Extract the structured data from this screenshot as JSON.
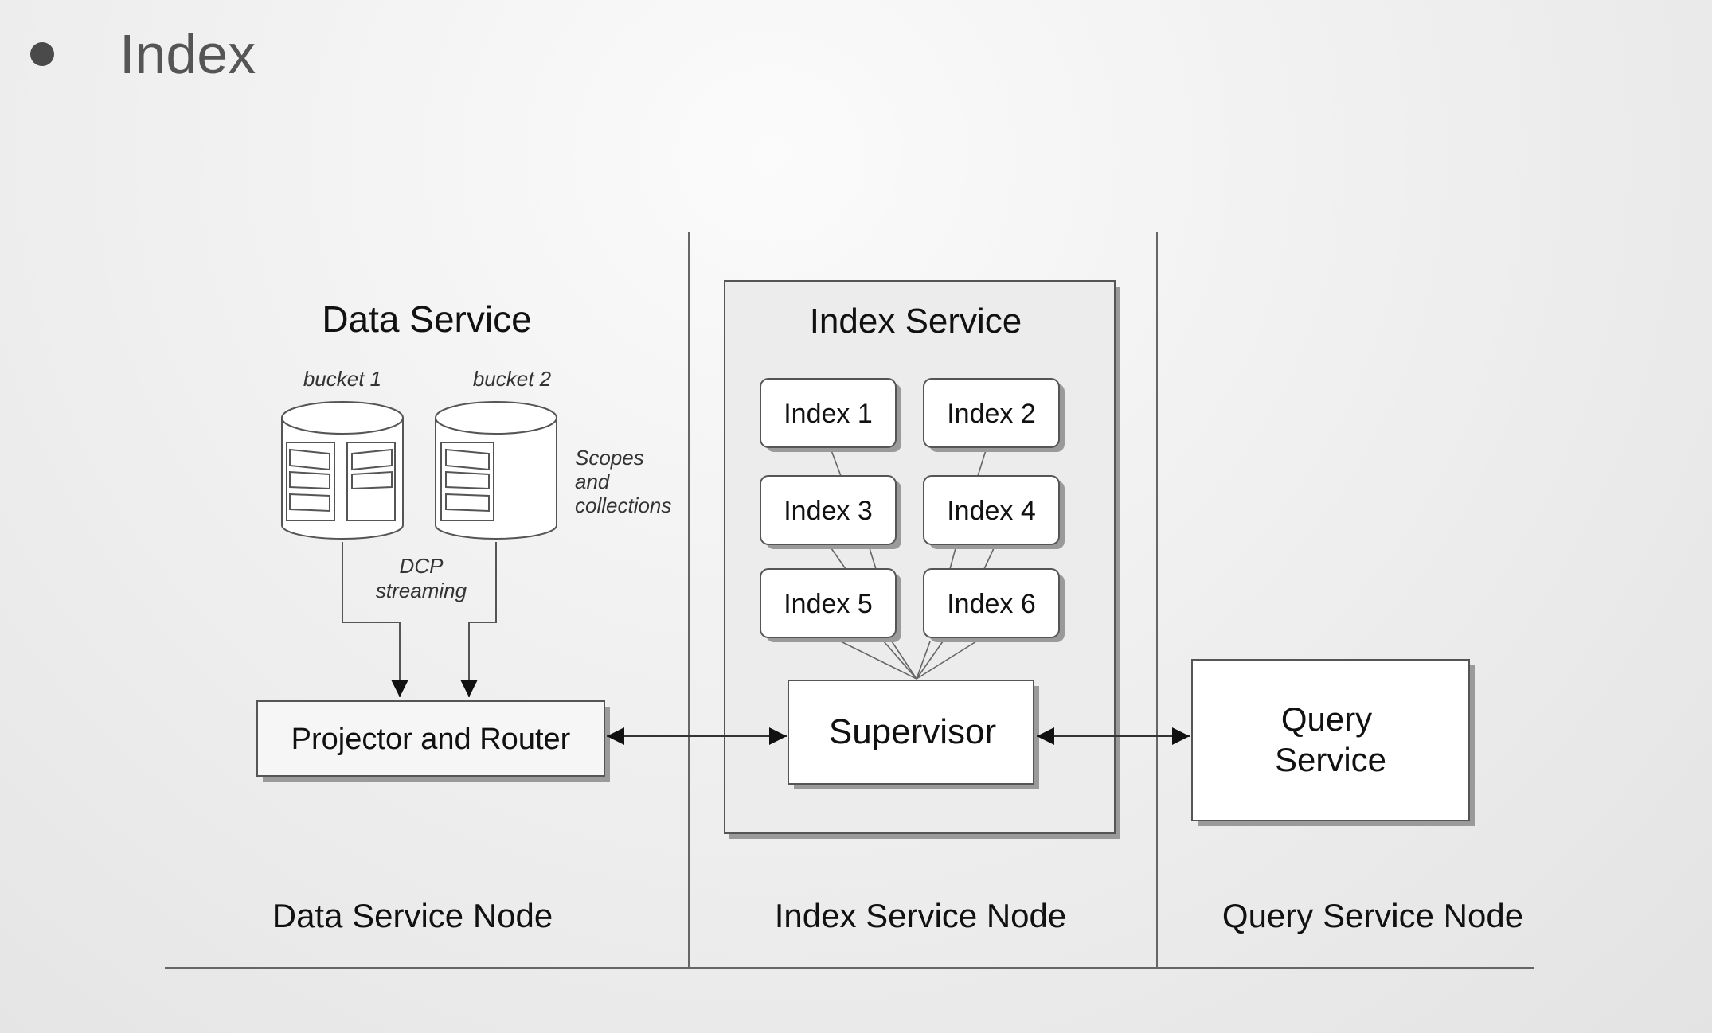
{
  "slide": {
    "title": "Index"
  },
  "data_node": {
    "heading": "Data Service",
    "buckets": [
      "bucket 1",
      "bucket 2"
    ],
    "scopes_note": [
      "Scopes",
      "and",
      "collections"
    ],
    "stream_note": [
      "DCP",
      "streaming"
    ],
    "projector": "Projector and Router",
    "footer": "Data Service Node"
  },
  "index_node": {
    "heading": "Index Service",
    "indexes": [
      "Index 1",
      "Index 2",
      "Index 3",
      "Index 4",
      "Index 5",
      "Index 6"
    ],
    "supervisor": "Supervisor",
    "footer": "Index Service Node"
  },
  "query_node": {
    "box": [
      "Query",
      "Service"
    ],
    "footer": "Query Service Node"
  },
  "colors": {
    "line": "#555555",
    "box_fill": "#ffffff",
    "panel_fill": "#ececec",
    "shadow": "#9a9a9a"
  }
}
